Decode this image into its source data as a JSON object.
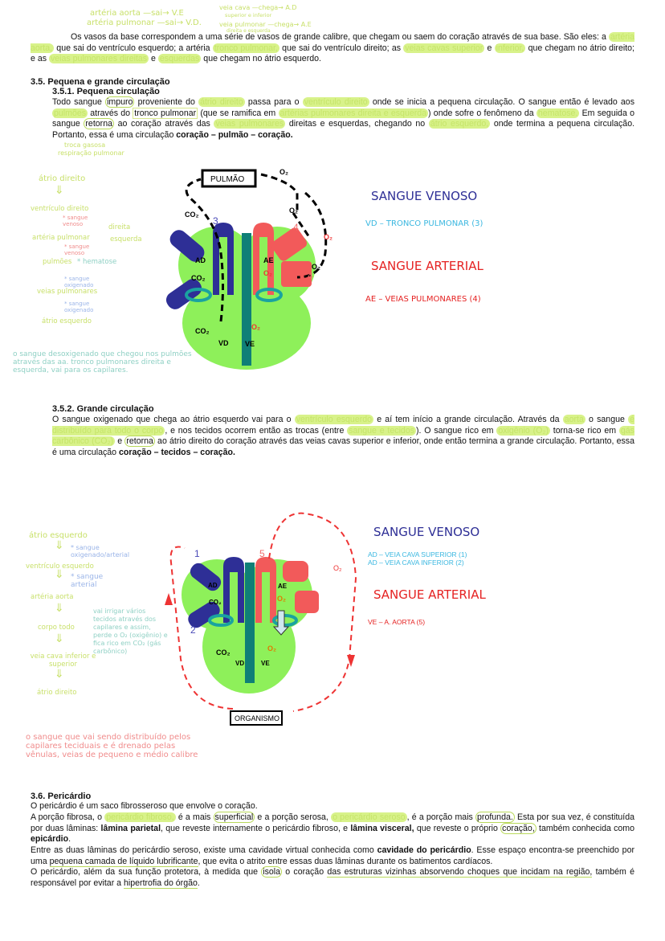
{
  "top_notes": {
    "left_1": "artéria aorta —sai→ V.E",
    "left_2": "artéria pulmonar —sai→ V.D.",
    "right_1": "veia cava —chega→ A.D",
    "right_1b": "superior e inferior",
    "right_2": "veia pulmonar —chega→ A.E",
    "right_2b": "direita e esquerda"
  },
  "intro": {
    "s1": "Os vasos da base correspondem a uma série de vasos de grande calibre, que chegam ou saem do coração através de sua base. São eles: a ",
    "h1": "artéria aorta,",
    "s2": " que sai do ventrículo esquerdo; a artéria ",
    "h2": "tronco pulmonar,",
    "s3": " que sai do ventrículo direito; as ",
    "h3": "veias cavas superior",
    "s4": " e ",
    "h4": "inferior,",
    "s5": " que chegam no átrio direito; e as ",
    "h5": "veias pulmonares direitas",
    "s6": " e ",
    "h6": "esquerdas",
    "s7": " que chegam no átrio esquerdo."
  },
  "section_35": {
    "title": "3.5. Pequena e grande circulação",
    "sub1_title": "3.5.1. Pequena circulação",
    "p1": {
      "a": "Todo sangue ",
      "c1": "impuro",
      "b": " proveniente do ",
      "h1": "átrio direito",
      "c": " passa para o ",
      "h2": "ventrículo direito",
      "d": " onde se inicia a pequena circulação. O sangue então é levado aos ",
      "h3": "pulmões",
      "e": " através do ",
      "box1": "tronco pulmonar",
      "f": " (que se ramifica em ",
      "h4": "artérias pulmonares direita e esquerda",
      "g": ") onde sofre o fenômeno da ",
      "h5": "hematose.",
      "h": " Em seguida o sangue ",
      "c2": "retorna",
      "i": " ao coração através das ",
      "h6": "veias pulmonares",
      "j": " direitas e esquerdas, chegando no ",
      "h7": "átrio esquerdo,",
      "k": " onde termina a pequena circulação. Portanto, essa é uma circulação ",
      "bold": "coração – pulmão – coração."
    },
    "note_hematose_1": "troca gasosa",
    "note_hematose_2": "respiração pulmonar",
    "flow_notes": [
      {
        "text": "átrio direito",
        "color": "g"
      },
      {
        "text": "⇓",
        "color": "g"
      },
      {
        "text": "ventrículo direito",
        "color": "g"
      },
      {
        "text": "* sangue venoso",
        "color": "r"
      },
      {
        "text": "artéria pulmonar",
        "color": "g"
      },
      {
        "text": "direita",
        "color": "g"
      },
      {
        "text": "esquerda",
        "color": "g"
      },
      {
        "text": "* sangue venoso",
        "color": "r"
      },
      {
        "text": "pulmões",
        "color": "g"
      },
      {
        "text": "* hematose",
        "color": "t"
      },
      {
        "text": "* sangue oxigenado",
        "color": "b"
      },
      {
        "text": "veias pulmonares",
        "color": "g"
      },
      {
        "text": "* sangue oxigenado",
        "color": "b"
      },
      {
        "text": "átrio esquerdo",
        "color": "g"
      }
    ],
    "bottom_note": "o sangue desoxigenado que chegou nos pulmões através das aa. tronco pulmonares direita e esquerda, vai para os capilares.",
    "diagram1": {
      "pulmao_label": "PULMÃO",
      "co2": "CO₂",
      "o2": "O₂",
      "ad": "AD",
      "ae": "AE",
      "vd": "VD",
      "ve": "VE",
      "num3": "3",
      "num4": "4"
    },
    "legend1": {
      "venoso_title": "SANGUE VENOSO",
      "venoso_item": "VD – TRONCO PULMONAR (3)",
      "arterial_title": "SANGUE ARTERIAL",
      "arterial_item": "AE – VEIAS PULMONARES (4)"
    },
    "sub2_title": "3.5.2. Grande circulação",
    "p2": {
      "a": "O sangue oxigenado que chega ao átrio esquerdo vai para o ",
      "h1": "ventrículo esquerdo",
      "b": " e aí tem início a grande circulação. Através da ",
      "h2": "aorta",
      "c": " o sangue ",
      "h3": "é distribuído para todo o corpo",
      "d": ", e nos tecidos ocorrem então as trocas (entre ",
      "h4": "sangue e tecidos",
      "e": "). O sangue rico em ",
      "h5": "oxigênio (O₂)",
      "f": " torna-se rico em ",
      "h6": "gás carbônico (CO₂)",
      "g": " e ",
      "c1": "retorna",
      "h": " ao átrio direito do coração através das veias cavas superior e inferior, onde então termina a grande circulação. Portanto, essa é uma circulação ",
      "bold": "coração – tecidos – coração."
    },
    "flow_notes2": [
      {
        "text": "átrio esquerdo"
      },
      {
        "text": "* sangue oxigenado/arterial"
      },
      {
        "text": "ventrículo esquerdo"
      },
      {
        "text": "* sangue arterial"
      },
      {
        "text": "artéria aorta"
      },
      {
        "text": "corpo todo"
      },
      {
        "text": "vai irrigar vários tecidos através dos capilares e assim, perde o O₂ (oxigênio) e fica rico em CO₂ (gás carbônico)"
      },
      {
        "text": "veia cava inferior e superior"
      },
      {
        "text": "átrio direito"
      }
    ],
    "bottom_note2": "o sangue que vai sendo distribuído pelos capilares teciduais e é drenado pelas vênulas, veias de pequeno e médio calibre",
    "diagram2": {
      "organismo_label": "ORGANISMO",
      "num1": "1",
      "num2": "2",
      "num5": "5",
      "o2": "O₂",
      "co2": "CO₂",
      "ad": "AD",
      "ae": "AE",
      "vd": "VD",
      "ve": "VE"
    },
    "legend2": {
      "venoso_title": "SANGUE VENOSO",
      "venoso_item1": "AD – VEIA CAVA SUPERIOR (1)",
      "venoso_item2": "AD – VEIA CAVA INFERIOR (2)",
      "arterial_title": "SANGUE ARTERIAL",
      "arterial_item": "VE – A.  AORTA (5)"
    }
  },
  "section_36": {
    "title": "3.6. Pericárdio",
    "l1": "O pericárdio é um saco fibrosseroso que envolve o coração.",
    "p2": {
      "a": "A porção fibrosa, o ",
      "h1": "pericárdio fibroso,",
      "b": " é a mais ",
      "c1": "superficial",
      "c": " e a porção serosa, ",
      "h2": "o pericárdio seroso",
      "d": ", é a porção mais ",
      "c2": "profunda.",
      "e": " Esta por sua vez, é constituída por duas lâminas: ",
      "b1": "lâmina parietal",
      "f": ", que reveste internamente o pericárdio fibroso, e ",
      "b2": "lâmina visceral,",
      "g": " que reveste o próprio ",
      "c3": "coração,",
      "h": " também conhecida como ",
      "b3": "epicárdio",
      "i": "."
    },
    "p3": {
      "a": "Entre as duas lâminas do pericárdio seroso, existe uma cavidade virtual conhecida como ",
      "b1": "cavidade do pericárdio",
      "b": ". Esse espaço encontra-se preenchido por uma ",
      "u1": "pequena camada de líquido lubrificante",
      "c": ", que evita o atrito entre essas duas lâminas durante os batimentos cardíacos."
    },
    "p4": {
      "a": "O pericárdio, além da sua função protetora, à medida que ",
      "c1": "isola",
      "b": " o coração ",
      "u1": "das estruturas vizinhas absorvendo choques que incidam na região,",
      "c": " também é responsável por evitar a ",
      "u2": "hipertrofia do órgão",
      "d": "."
    }
  }
}
